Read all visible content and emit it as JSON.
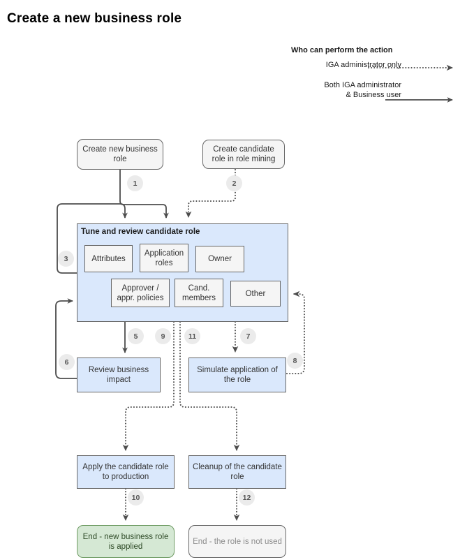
{
  "page": {
    "title": "Create a new business role",
    "background": "#ffffff"
  },
  "legend": {
    "title": "Who can perform the action",
    "items": [
      {
        "label": "IGA administrator only",
        "line_style": "dotted"
      },
      {
        "label": "Both IGA administrator\n& Business user",
        "label_line1": "Both IGA administrator",
        "label_line2": "& Business user",
        "line_style": "solid"
      }
    ]
  },
  "colors": {
    "blue_fill": "#dae8fc",
    "grey_fill": "#f5f5f5",
    "green_fill": "#d5e8d4",
    "stroke": "#666666",
    "green_stroke": "#6e9b63",
    "badge_fill": "#ebebeb",
    "text": "#333333",
    "muted_text": "#8c8c8c"
  },
  "nodes": {
    "create_new_business_role": "Create new business role",
    "create_candidate_role": "Create candidate role in role mining",
    "tune_panel_title": "Tune and review candidate role",
    "attributes": "Attributes",
    "application_roles": "Application roles",
    "owner": "Owner",
    "approver_policies": "Approver /  appr. policies",
    "cand_members": "Cand. members",
    "other": "Other",
    "review_business_impact": "Review business impact",
    "simulate_application": "Simulate application of the role",
    "apply_candidate_role": "Apply the candidate role to production",
    "cleanup_candidate_role": "Cleanup of the candidate role",
    "end_applied": "End - new business role is applied",
    "end_not_used": "End - the role is not used"
  },
  "edges": [
    {
      "id": 1,
      "label": "1",
      "from": "create_new_business_role",
      "to": "tune_panel",
      "style": "solid"
    },
    {
      "id": 2,
      "label": "2",
      "from": "create_candidate_role",
      "to": "tune_panel",
      "style": "dotted"
    },
    {
      "id": 3,
      "label": "3",
      "from": "tune_panel",
      "to": "tune_panel",
      "style": "solid"
    },
    {
      "id": 5,
      "label": "5",
      "from": "tune_panel",
      "to": "review_business_impact",
      "style": "solid"
    },
    {
      "id": 6,
      "label": "6",
      "from": "review_business_impact",
      "to": "tune_panel",
      "style": "solid"
    },
    {
      "id": 7,
      "label": "7",
      "from": "tune_panel",
      "to": "simulate_application",
      "style": "dotted"
    },
    {
      "id": 8,
      "label": "8",
      "from": "simulate_application",
      "to": "tune_panel",
      "style": "dotted"
    },
    {
      "id": 9,
      "label": "9",
      "from": "tune_panel",
      "to": "apply_candidate_role",
      "style": "dotted"
    },
    {
      "id": 10,
      "label": "10",
      "from": "apply_candidate_role",
      "to": "end_applied",
      "style": "dotted"
    },
    {
      "id": 11,
      "label": "11",
      "from": "tune_panel",
      "to": "cleanup_candidate_role",
      "style": "dotted"
    },
    {
      "id": 12,
      "label": "12",
      "from": "cleanup_candidate_role",
      "to": "end_not_used",
      "style": "dotted"
    }
  ]
}
